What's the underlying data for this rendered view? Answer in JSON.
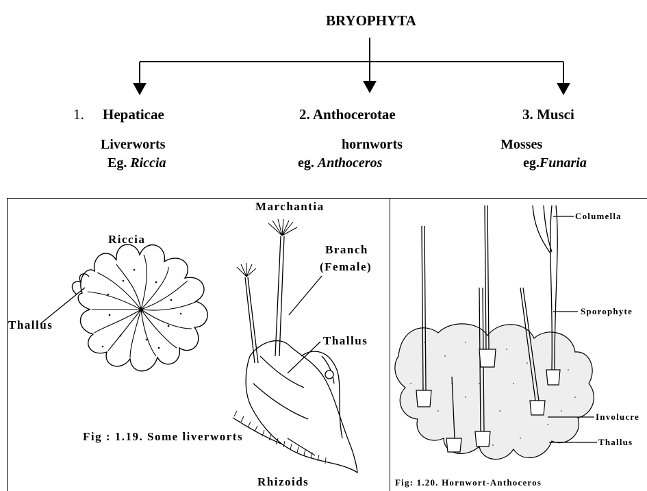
{
  "title": "BRYOPHYTA",
  "classes": [
    {
      "num": "1.",
      "name": "Hepaticae",
      "common": "Liverworts",
      "eg_prefix": "Eg.",
      "eg_genus": "Riccia"
    },
    {
      "num": "2.",
      "name": "Anthocerotae",
      "common": "hornworts",
      "eg_prefix": "eg.",
      "eg_genus": "Anthoceros"
    },
    {
      "num": "3.",
      "name": "Musci",
      "common": "Mosses",
      "eg_prefix": "eg.",
      "eg_genus": "Funaria"
    }
  ],
  "fig_left": {
    "riccia": "Riccia",
    "marchantia": "Marchantia",
    "branch": "Branch",
    "female": "(Female)",
    "thallus_left": "Thallus",
    "thallus_right": "Thallus",
    "rhizoids": "Rhizoids",
    "caption": "Fig : 1.19. Some liverworts"
  },
  "fig_right": {
    "columella": "Columella",
    "sporophyte": "Sporophyte",
    "involucre": "Involucre",
    "thallus": "Thallus",
    "caption": "Fig: 1.20. Hornwort-Anthoceros"
  }
}
